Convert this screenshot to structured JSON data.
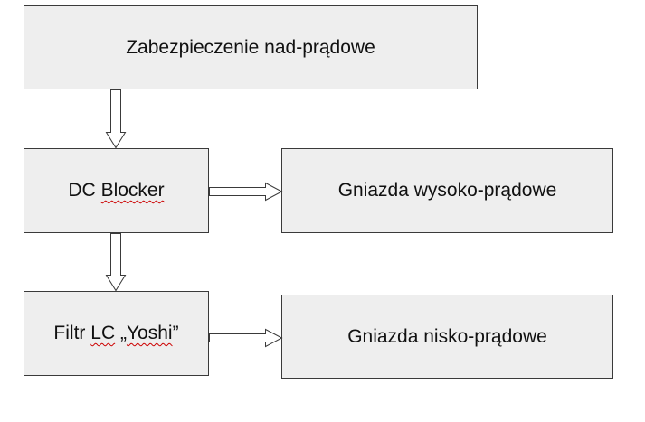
{
  "nodes": {
    "overcurrent": {
      "label": "Zabezpieczenie nad-prądowe"
    },
    "dc_blocker": {
      "word1": "DC",
      "word2": "Blocker"
    },
    "high_current": {
      "label": "Gniazda wysoko-prądowe"
    },
    "lc_filter": {
      "pre": "Filtr",
      "mid": "LC",
      "sep": " „",
      "name": "Yoshi",
      "post": "”"
    },
    "low_current": {
      "label": "Gniazda nisko-prądowe"
    }
  },
  "edges": [
    {
      "from": "overcurrent",
      "to": "dc_blocker",
      "direction": "down"
    },
    {
      "from": "dc_blocker",
      "to": "high_current",
      "direction": "right"
    },
    {
      "from": "dc_blocker",
      "to": "lc_filter",
      "direction": "down"
    },
    {
      "from": "lc_filter",
      "to": "low_current",
      "direction": "right"
    }
  ],
  "colors": {
    "box_fill": "#eeeeee",
    "border": "#3a3a3a",
    "arrow_fill": "#ffffff",
    "spellcheck": "#cc0000"
  }
}
